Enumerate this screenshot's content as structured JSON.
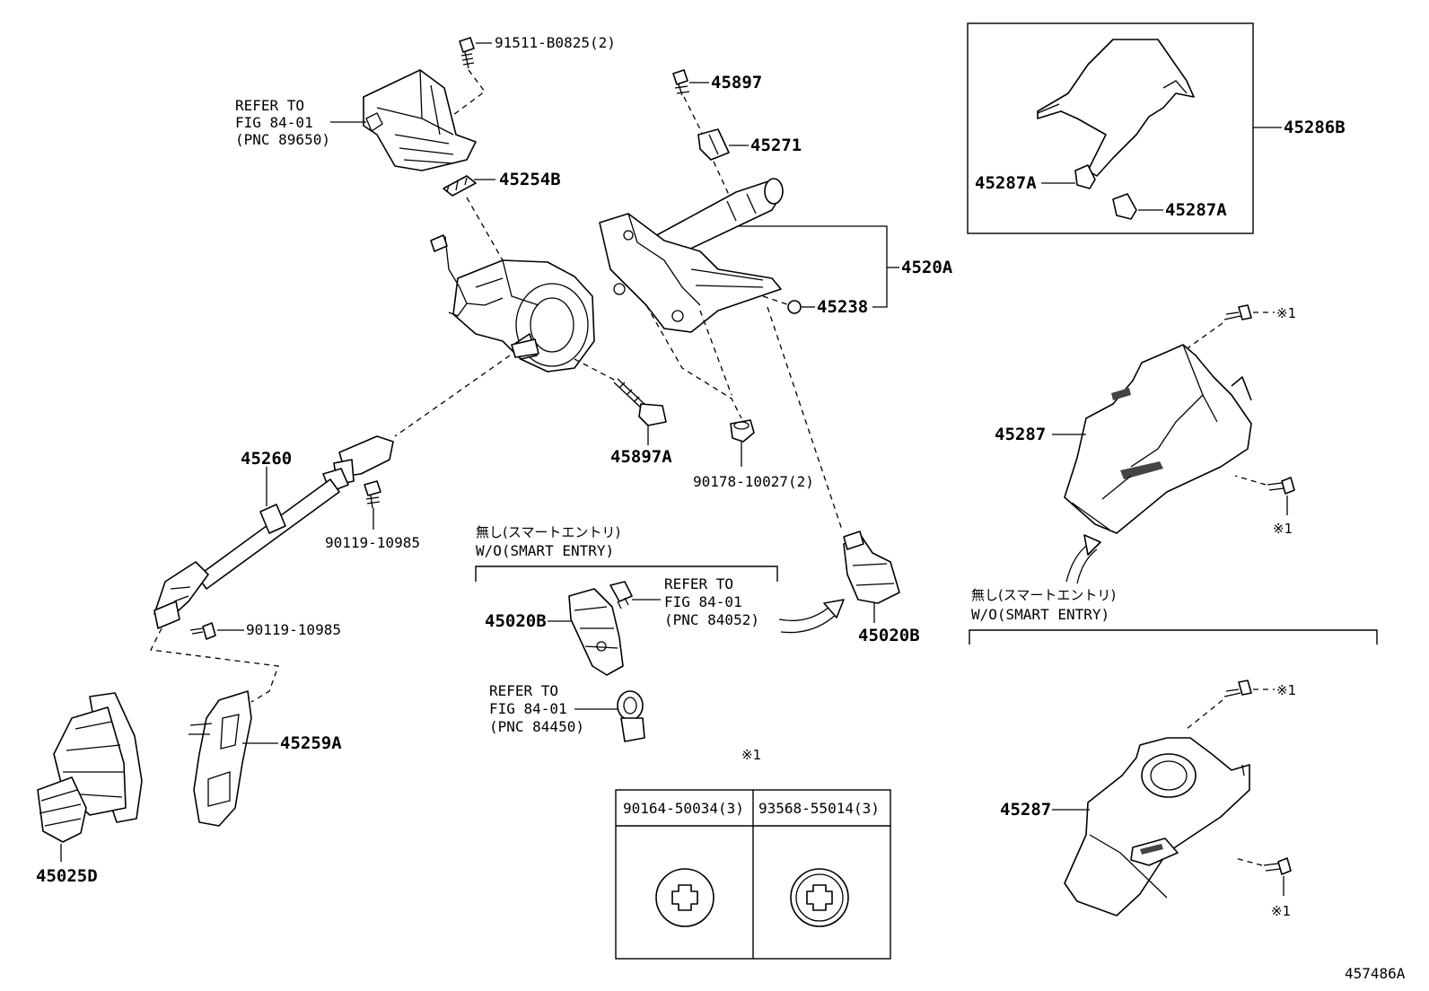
{
  "diagram_id": "457486A",
  "parts": {
    "bolt_91511": "91511-B0825(2)",
    "refer_motor": [
      "REFER TO",
      "FIG 84-01",
      "(PNC 89650)"
    ],
    "p45254B": "45254B",
    "p45897": "45897",
    "p45271": "45271",
    "p4520A": "4520A",
    "p45238": "45238",
    "p45897A": "45897A",
    "p90178": "90178-10027(2)",
    "p45260": "45260",
    "p90119_a": "90119-10985",
    "p90119_b": "90119-10985",
    "p45259A": "45259A",
    "p45025D": "45025D",
    "p45020B_left": "45020B",
    "p45020B_right": "45020B",
    "refer_lock": [
      "REFER TO",
      "FIG 84-01",
      "(PNC 84052)"
    ],
    "refer_ign": [
      "REFER TO",
      "FIG 84-01",
      "(PNC 84450)"
    ],
    "p45286B": "45286B",
    "p45287A_1": "45287A",
    "p45287A_2": "45287A",
    "p45287_upper": "45287",
    "p45287_lower": "45287"
  },
  "notes": {
    "wo_smart_jp": "無し(スマートエントリ)",
    "wo_smart_en": "W/O(SMART ENTRY)",
    "wo_smart_jp_2": "無し(スマートエントリ)",
    "wo_smart_en_2": "W/O(SMART ENTRY)",
    "ref_mark": "※1",
    "ref_mark_table": "※1"
  },
  "screw_table": {
    "columns": [
      "90164-50034(3)",
      "93568-55014(3)"
    ]
  },
  "screw_marks": [
    "※1",
    "※1",
    "※1",
    "※1"
  ]
}
